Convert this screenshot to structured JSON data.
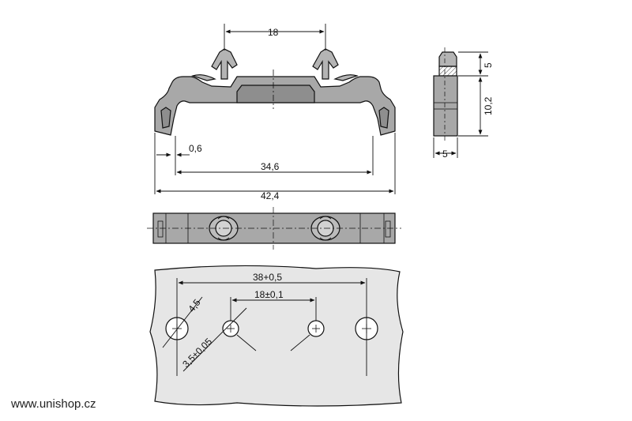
{
  "dimensions": {
    "top_pitch": "18",
    "gap": "0,6",
    "inner_width": "34,6",
    "outer_width": "42,4",
    "side_top": "5",
    "side_height": "10,2",
    "side_width": "5",
    "hole_pitch_outer": "38+0,5",
    "hole_pitch_inner": "18±0,1",
    "hole_dia_large": "4,5",
    "hole_dia_small": "3,5±0,05"
  },
  "watermark": "www.unishop.cz",
  "colors": {
    "part_fill": "#a8a8a8",
    "part_dark": "#8a8a8a",
    "panel_fill": "#e6e6e6",
    "line": "#111111"
  }
}
